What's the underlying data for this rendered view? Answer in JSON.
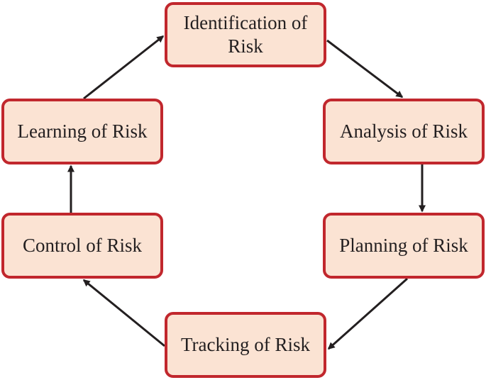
{
  "diagram": {
    "colors": {
      "box_fill": "#fbe3d3",
      "box_border": "#c1272d",
      "arrow": "#231f20",
      "text": "#231f20"
    },
    "nodes": [
      {
        "id": "identification",
        "label": "Identification of\nRisk"
      },
      {
        "id": "analysis",
        "label": "Analysis of Risk"
      },
      {
        "id": "planning",
        "label": "Planning of Risk"
      },
      {
        "id": "tracking",
        "label": "Tracking of Risk"
      },
      {
        "id": "control",
        "label": "Control of Risk"
      },
      {
        "id": "learning",
        "label": "Learning of Risk"
      }
    ],
    "edges": [
      {
        "from": "identification",
        "to": "analysis"
      },
      {
        "from": "analysis",
        "to": "planning"
      },
      {
        "from": "planning",
        "to": "tracking"
      },
      {
        "from": "tracking",
        "to": "control"
      },
      {
        "from": "control",
        "to": "learning"
      },
      {
        "from": "learning",
        "to": "identification"
      }
    ]
  }
}
